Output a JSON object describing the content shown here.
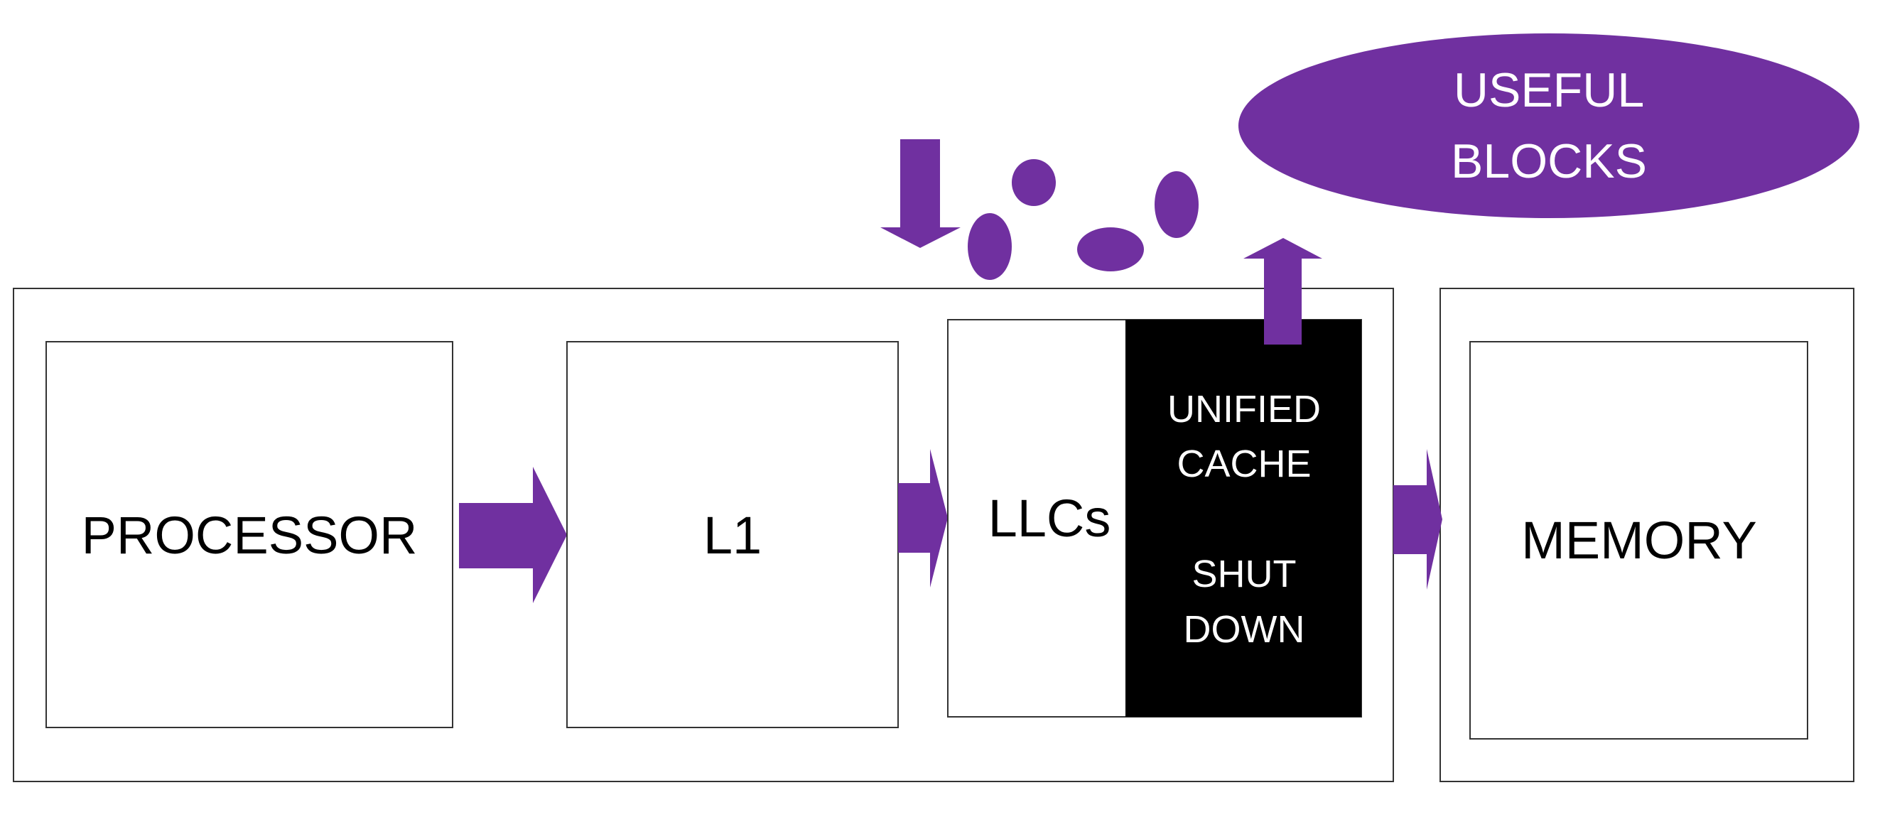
{
  "diagram": {
    "processor_label": "PROCESSOR",
    "l1_label": "L1",
    "llc_label": "LLCs",
    "unified_cache_line1": "UNIFIED",
    "unified_cache_line2": "CACHE",
    "shut_down_line1": "SHUT",
    "shut_down_line2": "DOWN",
    "memory_label": "MEMORY",
    "useful_blocks_line1": "USEFUL",
    "useful_blocks_line2": "BLOCKS"
  },
  "colors": {
    "accent": "#7030a0",
    "shutdown_fill": "#000000",
    "box_stroke": "#333333",
    "background": "#ffffff"
  }
}
